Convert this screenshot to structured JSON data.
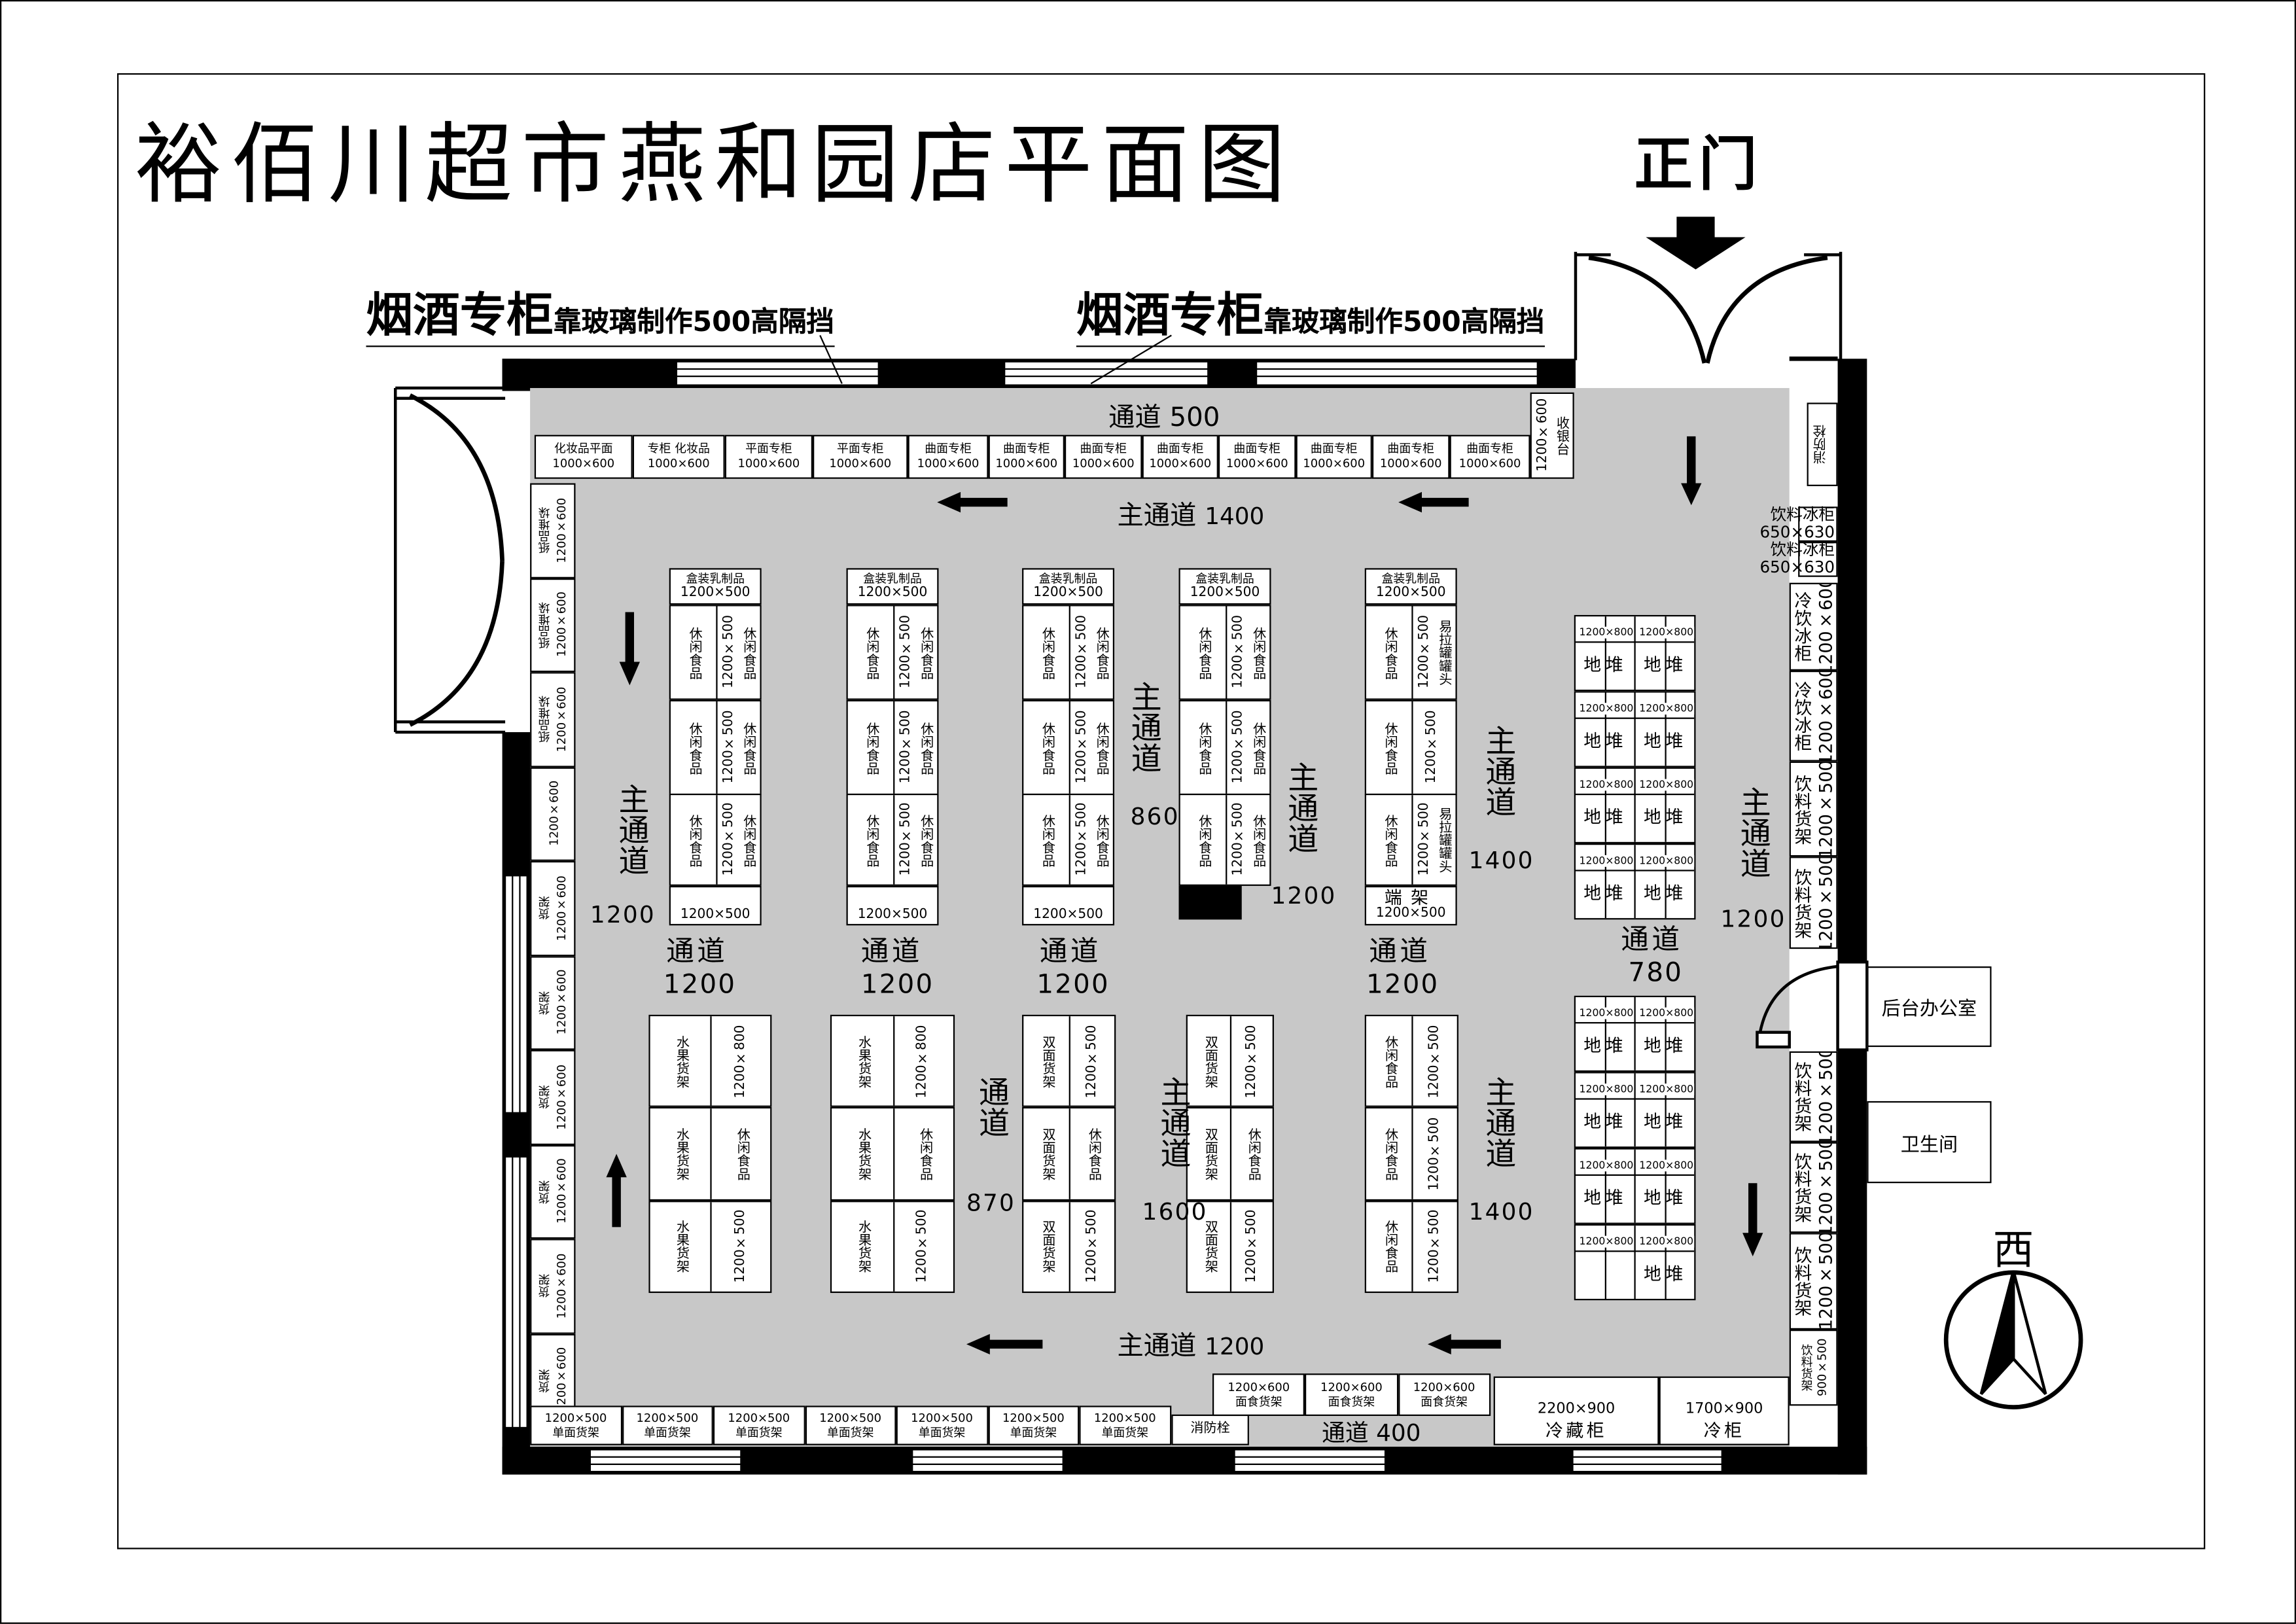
{
  "title": "裕佰川超市燕和园店平面图",
  "main_entrance": "正门",
  "tobacco_labels": [
    {
      "name": "烟酒专柜",
      "note": "靠玻璃制作500高隔挡"
    },
    {
      "name": "烟酒专柜",
      "note": "靠玻璃制作500高隔挡"
    }
  ],
  "top_aisle": "通道 500",
  "top_counters": [
    {
      "name": "化妆品平面",
      "size": "1000×600"
    },
    {
      "name": "专柜  化妆品",
      "size": "1000×600"
    },
    {
      "name": "平面专柜",
      "size": "1000×600"
    },
    {
      "name": "平面专柜",
      "size": "1000×600"
    },
    {
      "name": "曲面专柜",
      "size": "1000×600"
    },
    {
      "name": "曲面专柜",
      "size": "1000×600"
    },
    {
      "name": "曲面专柜",
      "size": "1000×600"
    },
    {
      "name": "曲面专柜",
      "size": "1000×600"
    },
    {
      "name": "曲面专柜",
      "size": "1000×600"
    },
    {
      "name": "曲面专柜",
      "size": "1000×600"
    },
    {
      "name": "曲面专柜",
      "size": "1000×600"
    },
    {
      "name": "曲面专柜",
      "size": "1000×600"
    }
  ],
  "cashier": {
    "size": "1200×600",
    "name": "收银台"
  },
  "left_shelves": [
    {
      "name": "纸品堆垛",
      "size": "1200×600"
    },
    {
      "name": "纸品堆垛",
      "size": "1200×600"
    },
    {
      "name": "纸品堆垛",
      "size": "1200×600"
    },
    {
      "name": "",
      "size": "1200×600"
    },
    {
      "name": "货架",
      "size": "1200×600"
    },
    {
      "name": "货架",
      "size": "1200×600"
    },
    {
      "name": "货架",
      "size": "1200×600"
    },
    {
      "name": "货架",
      "size": "1200×600"
    },
    {
      "name": "货架",
      "size": "1200×600"
    },
    {
      "name": "货架",
      "size": "1200×600"
    }
  ],
  "bottom_shelves": [
    {
      "size": "1200×500",
      "name": "单面货架"
    },
    {
      "size": "1200×500",
      "name": "单面货架"
    },
    {
      "size": "1200×500",
      "name": "单面货架"
    },
    {
      "size": "1200×500",
      "name": "单面货架"
    },
    {
      "size": "1200×500",
      "name": "单面货架"
    },
    {
      "size": "1200×500",
      "name": "单面货架"
    },
    {
      "size": "1200×500",
      "name": "单面货架"
    }
  ],
  "bottom_hydrant": "消防栓",
  "noodle_shelves": [
    {
      "size": "1200×600",
      "name": "面食货架"
    },
    {
      "size": "1200×600",
      "name": "面食货架"
    },
    {
      "size": "1200×600",
      "name": "面食货架"
    }
  ],
  "bottom_aisle": "通道  400",
  "fridges": [
    {
      "size": "2200×900",
      "name": "冷藏柜"
    },
    {
      "size": "1700×900",
      "name": "冷柜"
    }
  ],
  "right_wall": {
    "hydrant": "消防栓",
    "drink_fridges": [
      {
        "name": "饮料冰柜",
        "size": "650×630"
      },
      {
        "name": "饮料冰柜",
        "size": "650×630"
      }
    ],
    "units": [
      {
        "name": "冷饮冰柜",
        "size": "1200×600"
      },
      {
        "name": "冷饮冰柜",
        "size": "1200×600"
      },
      {
        "name": "饮料货架",
        "size": "1200×500"
      },
      {
        "name": "饮料货架",
        "size": "1200×500"
      },
      {
        "name": "饮料货架",
        "size": "1200×500"
      },
      {
        "name": "饮料货架",
        "size": "1200×500"
      },
      {
        "name": "饮料货架",
        "size": "1200×500"
      },
      {
        "name": "饮料货架",
        "size": "900×500"
      }
    ]
  },
  "rooms": {
    "office": "后台办公室",
    "restroom": "卫生间"
  },
  "compass": "西",
  "upper_gondolas": [
    {
      "header": {
        "name": "盒装乳制品",
        "size": "1200×500"
      },
      "cells": [
        {
          "left": "休闲食品",
          "dim": "1200×500",
          "right": "休闲食品"
        },
        {
          "left": "休闲食品",
          "dim": "1200×500",
          "right": "休闲食品"
        },
        {
          "left": "休闲食品",
          "dim": "1200×500",
          "right": "休闲食品"
        }
      ],
      "footer": {
        "name": "",
        "size": "1200×500"
      }
    },
    {
      "header": {
        "name": "盒装乳制品",
        "size": "1200×500"
      },
      "cells": [
        {
          "left": "休闲食品",
          "dim": "1200×500",
          "right": "休闲食品"
        },
        {
          "left": "休闲食品",
          "dim": "1200×500",
          "right": "休闲食品"
        },
        {
          "left": "休闲食品",
          "dim": "1200×500",
          "right": "休闲食品"
        }
      ],
      "footer": {
        "name": "",
        "size": "1200×500"
      }
    },
    {
      "header": {
        "name": "盒装乳制品",
        "size": "1200×500"
      },
      "cells": [
        {
          "left": "休闲食品",
          "dim": "1200×500",
          "right": "休闲食品"
        },
        {
          "left": "休闲食品",
          "dim": "1200×500",
          "right": "休闲食品"
        },
        {
          "left": "休闲食品",
          "dim": "1200×500",
          "right": "休闲食品"
        }
      ],
      "footer": {
        "name": "",
        "size": "1200×500"
      }
    },
    {
      "header": {
        "name": "盒装乳制品",
        "size": "1200×500"
      },
      "cells": [
        {
          "left": "休闲食品",
          "dim": "1200×500",
          "right": "休闲食品"
        },
        {
          "left": "休闲食品",
          "dim": "1200×500",
          "right": "休闲食品"
        },
        {
          "left": "休闲食品",
          "dim": "1200×500",
          "right": "休闲食品"
        }
      ]
    },
    {
      "header": {
        "name": "盒装乳制品",
        "size": "1200×500"
      },
      "cells": [
        {
          "left": "休闲食品",
          "dim": "1200×500",
          "right": "易拉罐罐头"
        },
        {
          "left": "休闲食品",
          "dim": "1200×500",
          "right": ""
        },
        {
          "left": "休闲食品",
          "dim": "1200×500",
          "right": "易拉罐罐头"
        }
      ],
      "footer": {
        "name": "端架",
        "size": "1200×500"
      }
    }
  ],
  "lower_gondolas": [
    {
      "cells": [
        {
          "left": "水果货架",
          "right": "1200×800"
        },
        {
          "left": "水果货架",
          "right": "休闲食品"
        },
        {
          "left": "水果货架",
          "right": "1200×500"
        }
      ]
    },
    {
      "cells": [
        {
          "left": "水果货架",
          "right": "1200×800"
        },
        {
          "left": "水果货架",
          "right": "休闲食品"
        },
        {
          "left": "水果货架",
          "right": "1200×500"
        }
      ]
    },
    {
      "cells": [
        {
          "left": "双面货架",
          "right": "1200×500"
        },
        {
          "left": "双面货架",
          "right": "休闲食品"
        },
        {
          "left": "双面货架",
          "right": "1200×500"
        }
      ]
    },
    {
      "cells": [
        {
          "left": "双面货架",
          "right": "1200×500"
        },
        {
          "left": "双面货架",
          "right": "休闲食品"
        },
        {
          "left": "双面货架",
          "right": "1200×500"
        }
      ]
    },
    {
      "cells": [
        {
          "left": "休闲食品",
          "right": "1200×500"
        },
        {
          "left": "休闲食品",
          "right": "1200×500"
        },
        {
          "left": "休闲食品",
          "right": "1200×500"
        }
      ]
    }
  ],
  "ground_piles": {
    "upper": [
      [
        {
          "size": "1200×800",
          "label": "地堆"
        },
        {
          "size": "1200×800",
          "label": "地堆"
        }
      ],
      [
        {
          "size": "1200×800",
          "label": "地堆"
        },
        {
          "size": "1200×800",
          "label": "地堆"
        }
      ],
      [
        {
          "size": "1200×800",
          "label": "地堆"
        },
        {
          "size": "1200×800",
          "label": "地堆"
        }
      ],
      [
        {
          "size": "1200×800",
          "label": "地堆"
        },
        {
          "size": "1200×800",
          "label": "地堆"
        }
      ]
    ],
    "lower": [
      [
        {
          "size": "1200×800",
          "label": "地堆"
        },
        {
          "size": "1200×800",
          "label": "地堆"
        }
      ],
      [
        {
          "size": "1200×800",
          "label": "地堆"
        },
        {
          "size": "1200×800",
          "label": "地堆"
        }
      ],
      [
        {
          "size": "1200×800",
          "label": "地堆"
        },
        {
          "size": "1200×800",
          "label": "地堆"
        }
      ],
      [
        {
          "size": "1200×800",
          "label": ""
        },
        {
          "size": "1200×800",
          "label": "地堆"
        }
      ]
    ]
  },
  "aisles": [
    {
      "label": "主通道",
      "width": "1400"
    },
    {
      "label": "主通道",
      "width": "1200"
    },
    {
      "label": "主通道",
      "width": "860"
    },
    {
      "label": "主通道",
      "width": "1200"
    },
    {
      "label": "主通道",
      "width": "1400"
    },
    {
      "label": "主通道",
      "width": "1200"
    },
    {
      "label": "通道",
      "width": "1200"
    },
    {
      "label": "通道",
      "width": "1200"
    },
    {
      "label": "通道",
      "width": "1200"
    },
    {
      "label": "通道",
      "width": "1200"
    },
    {
      "label": "通道",
      "width": "780"
    },
    {
      "label": "通道",
      "width": "870"
    },
    {
      "label": "主通道",
      "width": "1600"
    },
    {
      "label": "主通道",
      "width": "1400"
    },
    {
      "label": "主通道",
      "width": "1200"
    }
  ]
}
